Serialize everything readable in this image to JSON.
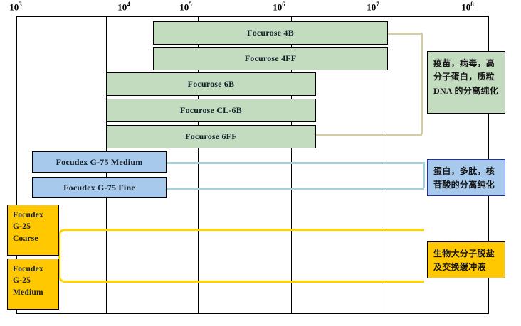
{
  "chart_data": {
    "type": "bar",
    "title": "",
    "subtitle": "",
    "xlabel": "",
    "ylabel": "",
    "orientation": "horizontal",
    "xscale": "log",
    "xlim": [
      1000,
      100000000
    ],
    "grid": true,
    "legend": "none",
    "xticks": [
      {
        "label": "10",
        "exp": "3",
        "value": 1000
      },
      {
        "label": "10",
        "exp": "4",
        "value": 10000
      },
      {
        "label": "10",
        "exp": "5",
        "value": 100000
      },
      {
        "label": "10",
        "exp": "6",
        "value": 1000000
      },
      {
        "label": "10",
        "exp": "7",
        "value": 10000000
      },
      {
        "label": "10",
        "exp": "8",
        "value": 100000000
      }
    ],
    "series": [
      {
        "name": "Focurose",
        "color": "#c3dcc0",
        "items": [
          {
            "label": "Focurose 4B",
            "x_start": 60000,
            "x_end": 20000000
          },
          {
            "label": "Focurose 4FF",
            "x_start": 60000,
            "x_end": 20000000
          },
          {
            "label": "Focurose 6B",
            "x_start": 10000,
            "x_end": 4000000
          },
          {
            "label": "Focurose CL-6B",
            "x_start": 10000,
            "x_end": 4000000
          },
          {
            "label": "Focurose 6FF",
            "x_start": 10000,
            "x_end": 4000000
          }
        ]
      },
      {
        "name": "Focudex G-75",
        "color": "#a6c9ec",
        "items": [
          {
            "label": "Focudex G-75 Medium",
            "x_start": 2000,
            "x_end": 42000
          },
          {
            "label": "Focudex G-75 Fine",
            "x_start": 2000,
            "x_end": 42000
          }
        ]
      },
      {
        "name": "Focudex G-25",
        "color": "#ffc800",
        "items": [
          {
            "label": "Focudex G-25 Coarse",
            "lines": [
              "Focudex",
              "G-25",
              "Coarse"
            ],
            "x_start": 1000,
            "x_end": 3200
          },
          {
            "label": "Focudex G-25 Medium",
            "lines": [
              "Focudex",
              "G-25",
              "Medium"
            ],
            "x_start": 1000,
            "x_end": 3200
          }
        ]
      }
    ],
    "annotations": [
      {
        "id": "green-callout",
        "color": "#c3dcc0",
        "lines": [
          "疫苗，病毒，高",
          "分子蛋白，质粒",
          "DNA 的分离纯化"
        ]
      },
      {
        "id": "blue-callout",
        "color": "#a6c9ec",
        "lines": [
          "蛋白，多肽，核",
          "苷酸的分离纯化"
        ]
      },
      {
        "id": "gold-callout",
        "color": "#ffc800",
        "lines": [
          "生物大分子脱盐",
          "及交换缓冲液"
        ]
      }
    ]
  },
  "colors": {
    "green_fill": "#c3dcc0",
    "blue_fill": "#a6c9ec",
    "gold_fill": "#ffc800",
    "green_connector": "#cfcca6",
    "blue_connector": "#a8d0d8",
    "gold_connector": "#ffd200",
    "frame": "#000000",
    "background": "#ffffff"
  }
}
